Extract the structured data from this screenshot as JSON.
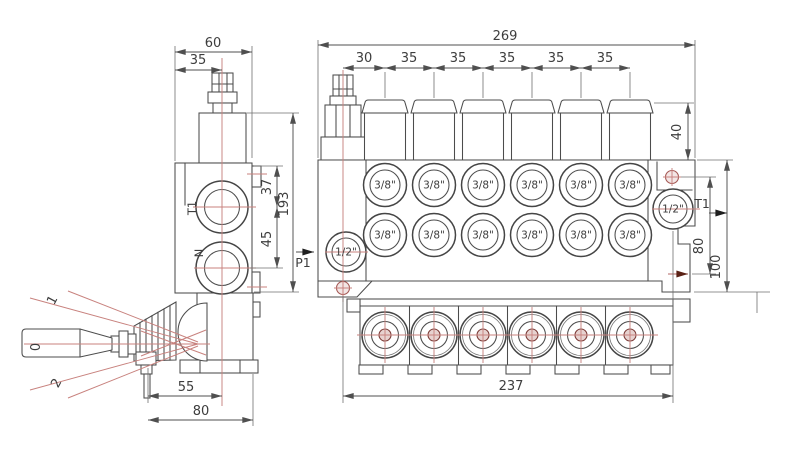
{
  "side_view": {
    "dims": {
      "width": "60",
      "screw_offset": "35",
      "t1_depth": "37",
      "height": "193",
      "t1_n_spacing": "45",
      "pin_offset": "55",
      "pin_edge": "80"
    },
    "ports": {
      "t1": "T1",
      "n": "N"
    },
    "lever": {
      "up": "1",
      "neutral": "0",
      "down": "2"
    }
  },
  "front_view": {
    "dims": {
      "width": "269",
      "inlet_pitch": "30",
      "pitch": [
        "35",
        "35",
        "35",
        "35",
        "35"
      ],
      "cap": "40",
      "t1": "80",
      "height": "100"
    },
    "ports": {
      "p1": "P1",
      "t1": "T1"
    },
    "sizes": {
      "work": "3/8\"",
      "main": "1/2\""
    }
  },
  "bottom_view": {
    "dims": {
      "length": "237"
    }
  },
  "colors": {
    "line": "#4a4a4a",
    "centerline": "#c8827e",
    "hole": "#a65a56",
    "flow_arrow": "#5a2115"
  }
}
